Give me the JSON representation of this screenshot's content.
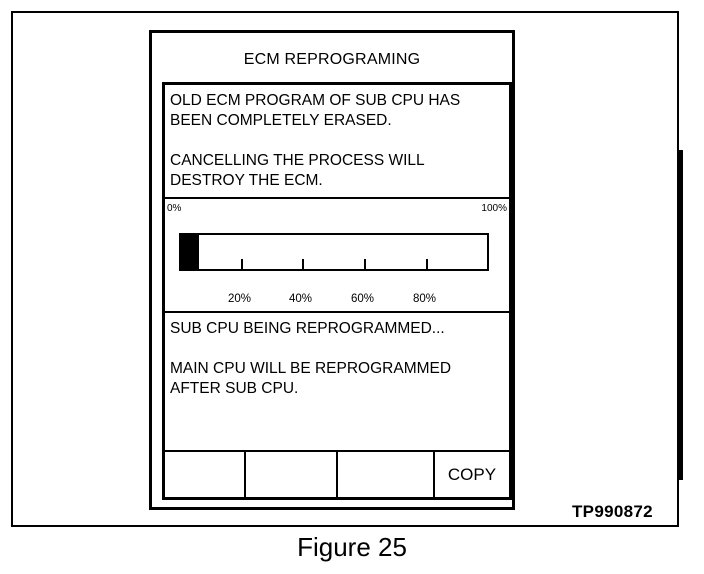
{
  "screen": {
    "title": "ECM REPROGRAMING",
    "warning_text": "OLD ECM PROGRAM OF SUB CPU HAS\nBEEN COMPLETELY ERASED.\n\nCANCELLING THE PROCESS WILL\nDESTROY THE ECM.",
    "progress": {
      "label_start": "0%",
      "label_end": "100%",
      "value_percent": 6,
      "tick_labels": [
        "20%",
        "40%",
        "60%",
        "80%"
      ]
    },
    "status_text": "SUB CPU BEING REPROGRAMMED...\n\nMAIN CPU WILL BE REPROGRAMMED\nAFTER SUB CPU.",
    "softkeys": [
      "",
      "",
      "",
      "COPY"
    ]
  },
  "figure": {
    "code": "TP990872",
    "caption": "Figure 25"
  }
}
